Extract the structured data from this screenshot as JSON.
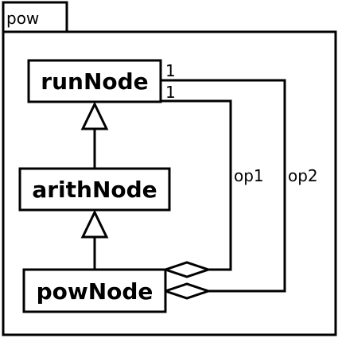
{
  "package": {
    "name": "pow"
  },
  "classes": {
    "run_node": "runNode",
    "arith_node": "arithNode",
    "pow_node": "powNode"
  },
  "associations": {
    "op1_label": "op1",
    "op2_label": "op2",
    "op1_multiplicity": "1",
    "op2_multiplicity": "1"
  }
}
